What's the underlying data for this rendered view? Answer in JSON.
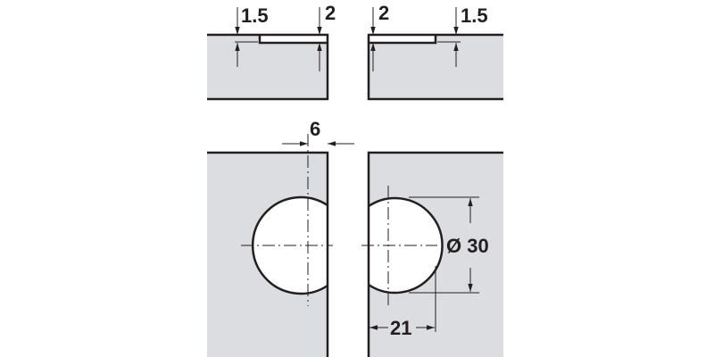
{
  "diagram": {
    "top_left_labels": {
      "depth_small": "1.5",
      "depth_large": "2"
    },
    "top_right_labels": {
      "depth_large": "2",
      "depth_small": "1.5"
    },
    "bottom_labels": {
      "edge_distance": "6",
      "diameter": "Ø 30",
      "offset": "21"
    },
    "colors": {
      "panel": "#dcdde0",
      "line": "#231f20"
    }
  }
}
